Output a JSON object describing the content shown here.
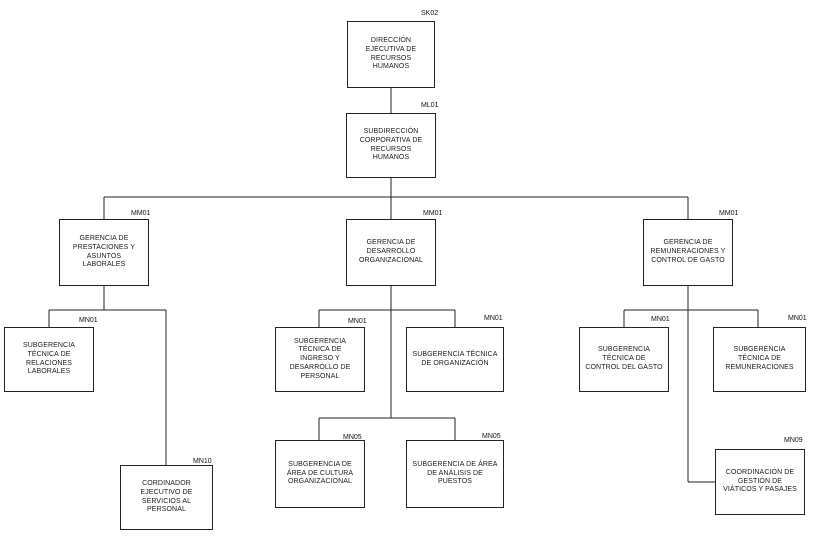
{
  "org": {
    "dir": {
      "title": "DIRECCIÓN EJECUTIVA DE RECURSOS HUMANOS",
      "code": "SK02"
    },
    "sub": {
      "title": "SUBDIRECCIÓN CORPORATIVA DE RECURSOS HUMANOS",
      "code": "ML01"
    },
    "ger1": {
      "title": "GERENCIA DE PRESTACIONES Y ASUNTOS LABORALES",
      "code": "MM01"
    },
    "ger2": {
      "title": "GERENCIA DE DESARROLLO ORGANIZACIONAL",
      "code": "MM01"
    },
    "ger3": {
      "title": "GERENCIA DE REMUNERACIONES Y CONTROL DE GASTO",
      "code": "MM01"
    },
    "sg_rel": {
      "title": "SUBGERENCIA TÉCNICA DE RELACIONES LABORALES",
      "code": "MN01"
    },
    "coord_ejec": {
      "title": "CORDINADOR EJECUTIVO DE SERVICIOS AL PERSONAL",
      "code": "MN10"
    },
    "sg_ingreso": {
      "title": "SUBGERENCIA TÉCNICA DE INGRESO Y DESARROLLO DE PERSONAL",
      "code": "MN01"
    },
    "sg_org": {
      "title": "SUBGERENCIA TÉCNICA DE ORGANIZACIÓN",
      "code": "MN01"
    },
    "sg_cultura": {
      "title": "SUBGERENCIA DE ÁREA DE CULTURA ORGANIZACIONAL",
      "code": "MN05"
    },
    "sg_puestos": {
      "title": "SUBGERENCIA DE ÁREA DE ANÁLISIS DE PUESTOS",
      "code": "MN05"
    },
    "sg_control": {
      "title": "SUBGERENCIA TÉCNICA DE CONTROL DEL GASTO",
      "code": "MN01"
    },
    "sg_remun": {
      "title": "SUBGERENCIA TÉCNICA DE REMUNERACIONES",
      "code": "MN01"
    },
    "coord_viaticos": {
      "title": "COORDINACIÓN DE GESTIÓN DE VIÁTICOS Y PASAJES",
      "code": "MN09"
    }
  }
}
